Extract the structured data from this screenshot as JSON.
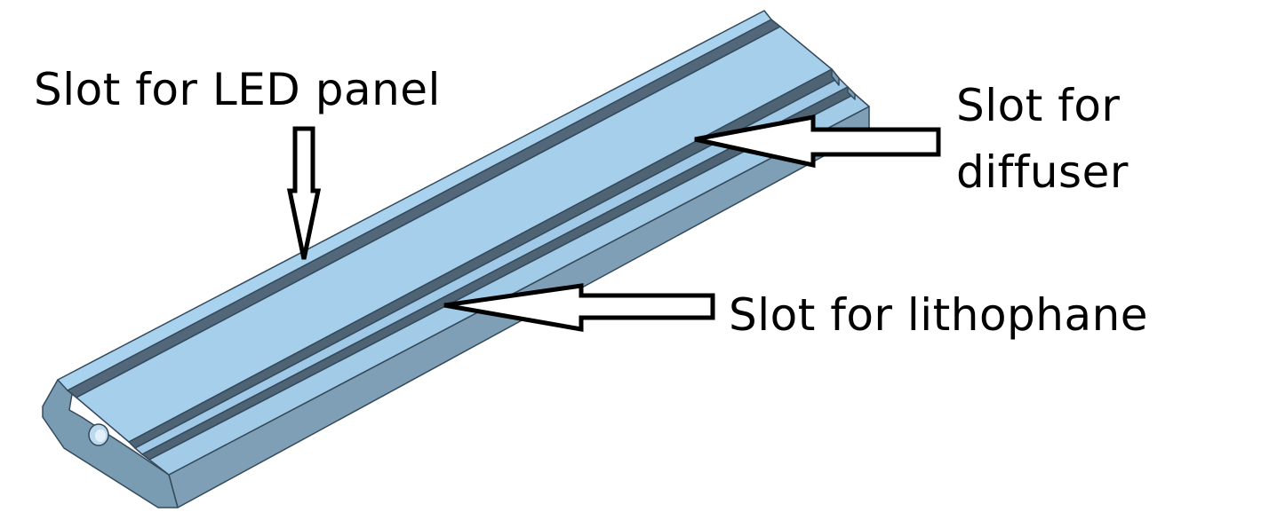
{
  "labels": {
    "led_panel": "Slot for LED panel",
    "diffuser_line1": "Slot for",
    "diffuser_line2": "diffuser",
    "lithophane": "Slot for lithophane"
  },
  "colors": {
    "top_face": "#a6cfec",
    "front_face": "#7e9fb5",
    "end_face": "#7a9cb2",
    "slot_dark": "#52687a",
    "edge": "#34495a",
    "arrow_stroke": "#000000",
    "arrow_fill": "#ffffff",
    "background": "#ffffff"
  }
}
